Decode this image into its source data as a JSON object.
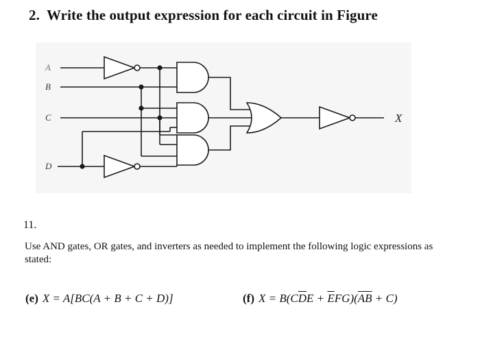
{
  "question": {
    "number": "2.",
    "text": "Write the output expression for each circuit in Figure"
  },
  "circuit": {
    "inputs": [
      "A",
      "B",
      "C",
      "D"
    ],
    "output": "X"
  },
  "problem": {
    "number": "11.",
    "instruction": "Use AND gates, OR gates, and inverters as needed to implement the following logic expressions as stated:",
    "expressions": {
      "e": {
        "tag": "(e)",
        "text": "X = A[BC(A + B + C + D)]"
      },
      "f": {
        "tag": "(f)",
        "lhs": "X = B(",
        "cde_c": "C",
        "cde_d_bar": "D",
        "cde_e": "E",
        "plus1": " + ",
        "efg_e_bar": "E",
        "efg_fg": "FG",
        "mid": ")(",
        "ab_bar": "AB",
        "tail": " + C)"
      }
    }
  }
}
